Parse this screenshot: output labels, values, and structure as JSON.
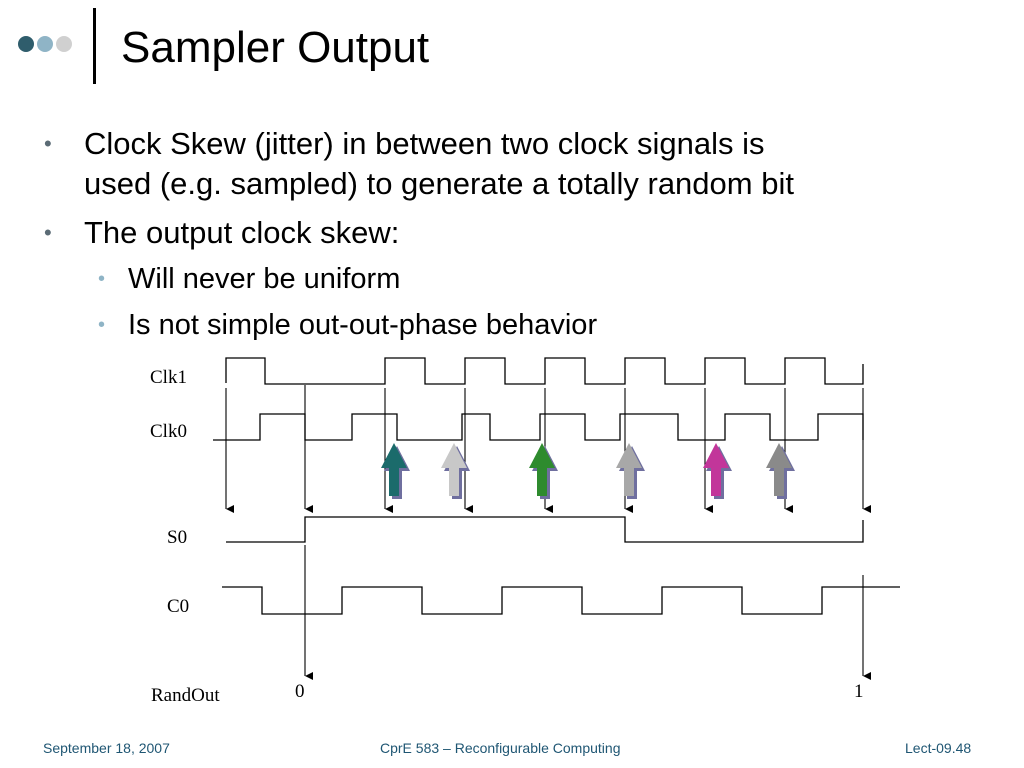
{
  "slide": {
    "title": "Sampler Output",
    "dot_colors": [
      "#2f5d6c",
      "#8fb4c6",
      "#d0d0d0"
    ],
    "bullets": [
      {
        "level": 1,
        "lines": [
          "Clock Skew (jitter) in between two clock signals is",
          "used (e.g. sampled) to generate a totally random bit"
        ]
      },
      {
        "level": 1,
        "lines": [
          "The output clock skew:"
        ]
      },
      {
        "level": 2,
        "lines": [
          "Will never be uniform"
        ]
      },
      {
        "level": 2,
        "lines": [
          "Is not simple out-out-phase behavior"
        ]
      }
    ]
  },
  "diagram": {
    "signals": [
      "Clk1",
      "Clk0",
      "S0",
      "C0",
      "RandOut"
    ],
    "output_values": [
      "0",
      "1"
    ],
    "arrow_colors": [
      "#1b6b6b",
      "#c8c8c8",
      "#2e8b2e",
      "#a8a8a8",
      "#c2369a",
      "#8a8a8a"
    ]
  },
  "footer": {
    "date": "September 18, 2007",
    "course": "CprE 583 – Reconfigurable Computing",
    "page": "Lect-09.48"
  }
}
